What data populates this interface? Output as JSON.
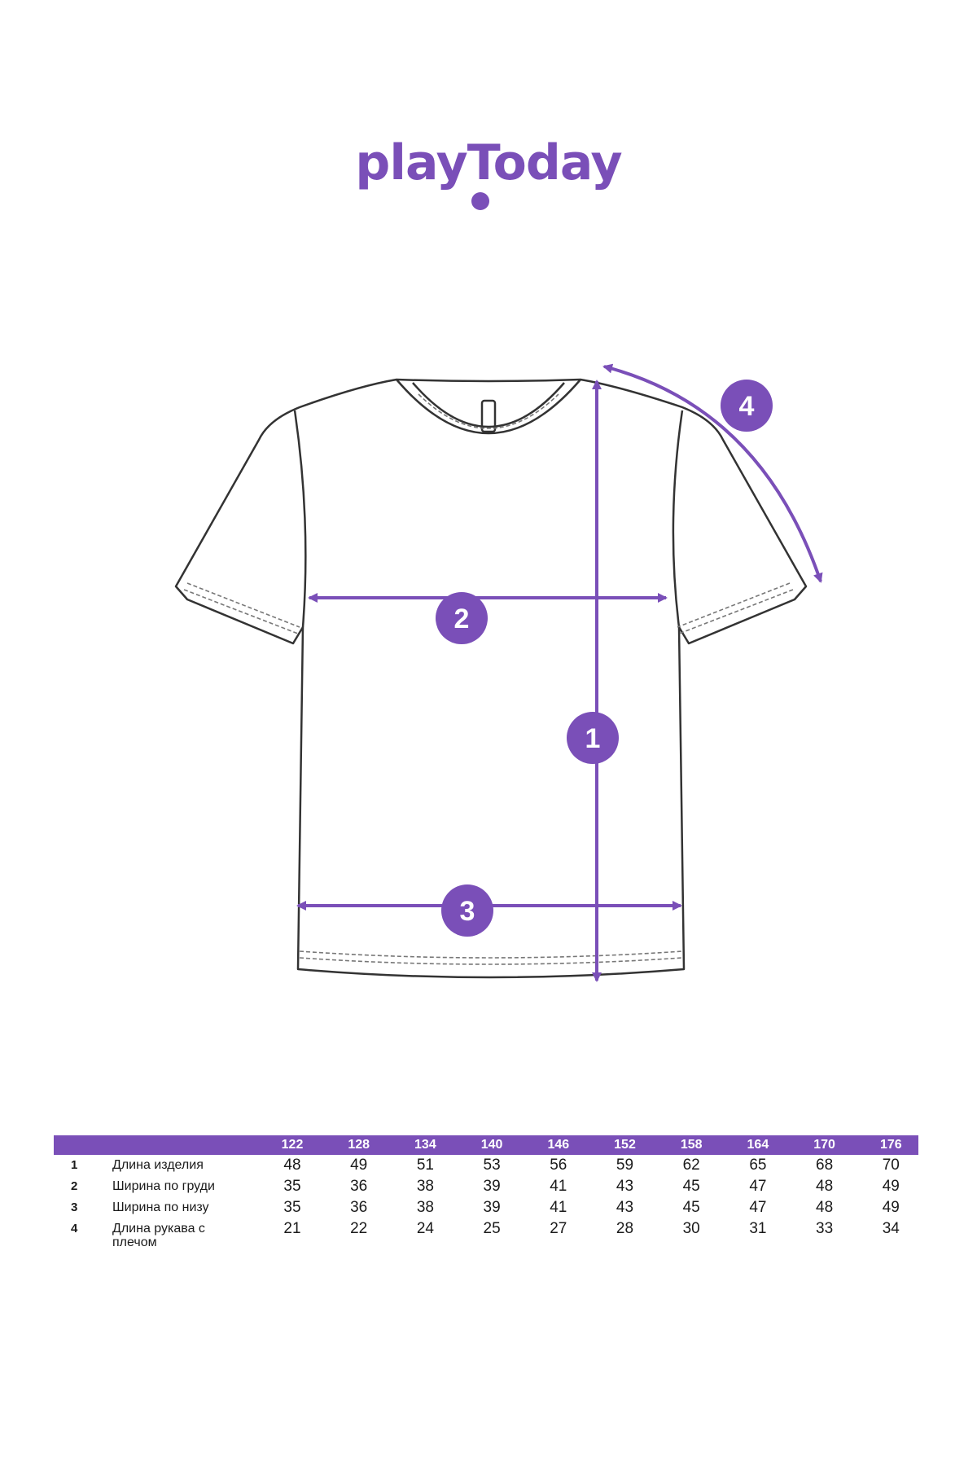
{
  "brand": {
    "logo_text": "playToday",
    "logo_color": "#7a4fb8"
  },
  "diagram": {
    "accent": "#7a4fb8",
    "outline": "#333333",
    "badges": [
      "1",
      "2",
      "3",
      "4"
    ]
  },
  "size_table": {
    "header_color": "#7a4fb8",
    "sizes": [
      "122",
      "128",
      "134",
      "140",
      "146",
      "152",
      "158",
      "164",
      "170",
      "176"
    ],
    "rows": [
      {
        "num": "1",
        "label": "Длина изделия",
        "values": [
          "48",
          "49",
          "51",
          "53",
          "56",
          "59",
          "62",
          "65",
          "68",
          "70"
        ]
      },
      {
        "num": "2",
        "label": "Ширина по груди",
        "values": [
          "35",
          "36",
          "38",
          "39",
          "41",
          "43",
          "45",
          "47",
          "48",
          "49"
        ]
      },
      {
        "num": "3",
        "label": "Ширина по низу",
        "values": [
          "35",
          "36",
          "38",
          "39",
          "41",
          "43",
          "45",
          "47",
          "48",
          "49"
        ]
      },
      {
        "num": "4",
        "label": "Длина рукава с плечом",
        "values": [
          "21",
          "22",
          "24",
          "25",
          "27",
          "28",
          "30",
          "31",
          "33",
          "34"
        ]
      }
    ]
  }
}
